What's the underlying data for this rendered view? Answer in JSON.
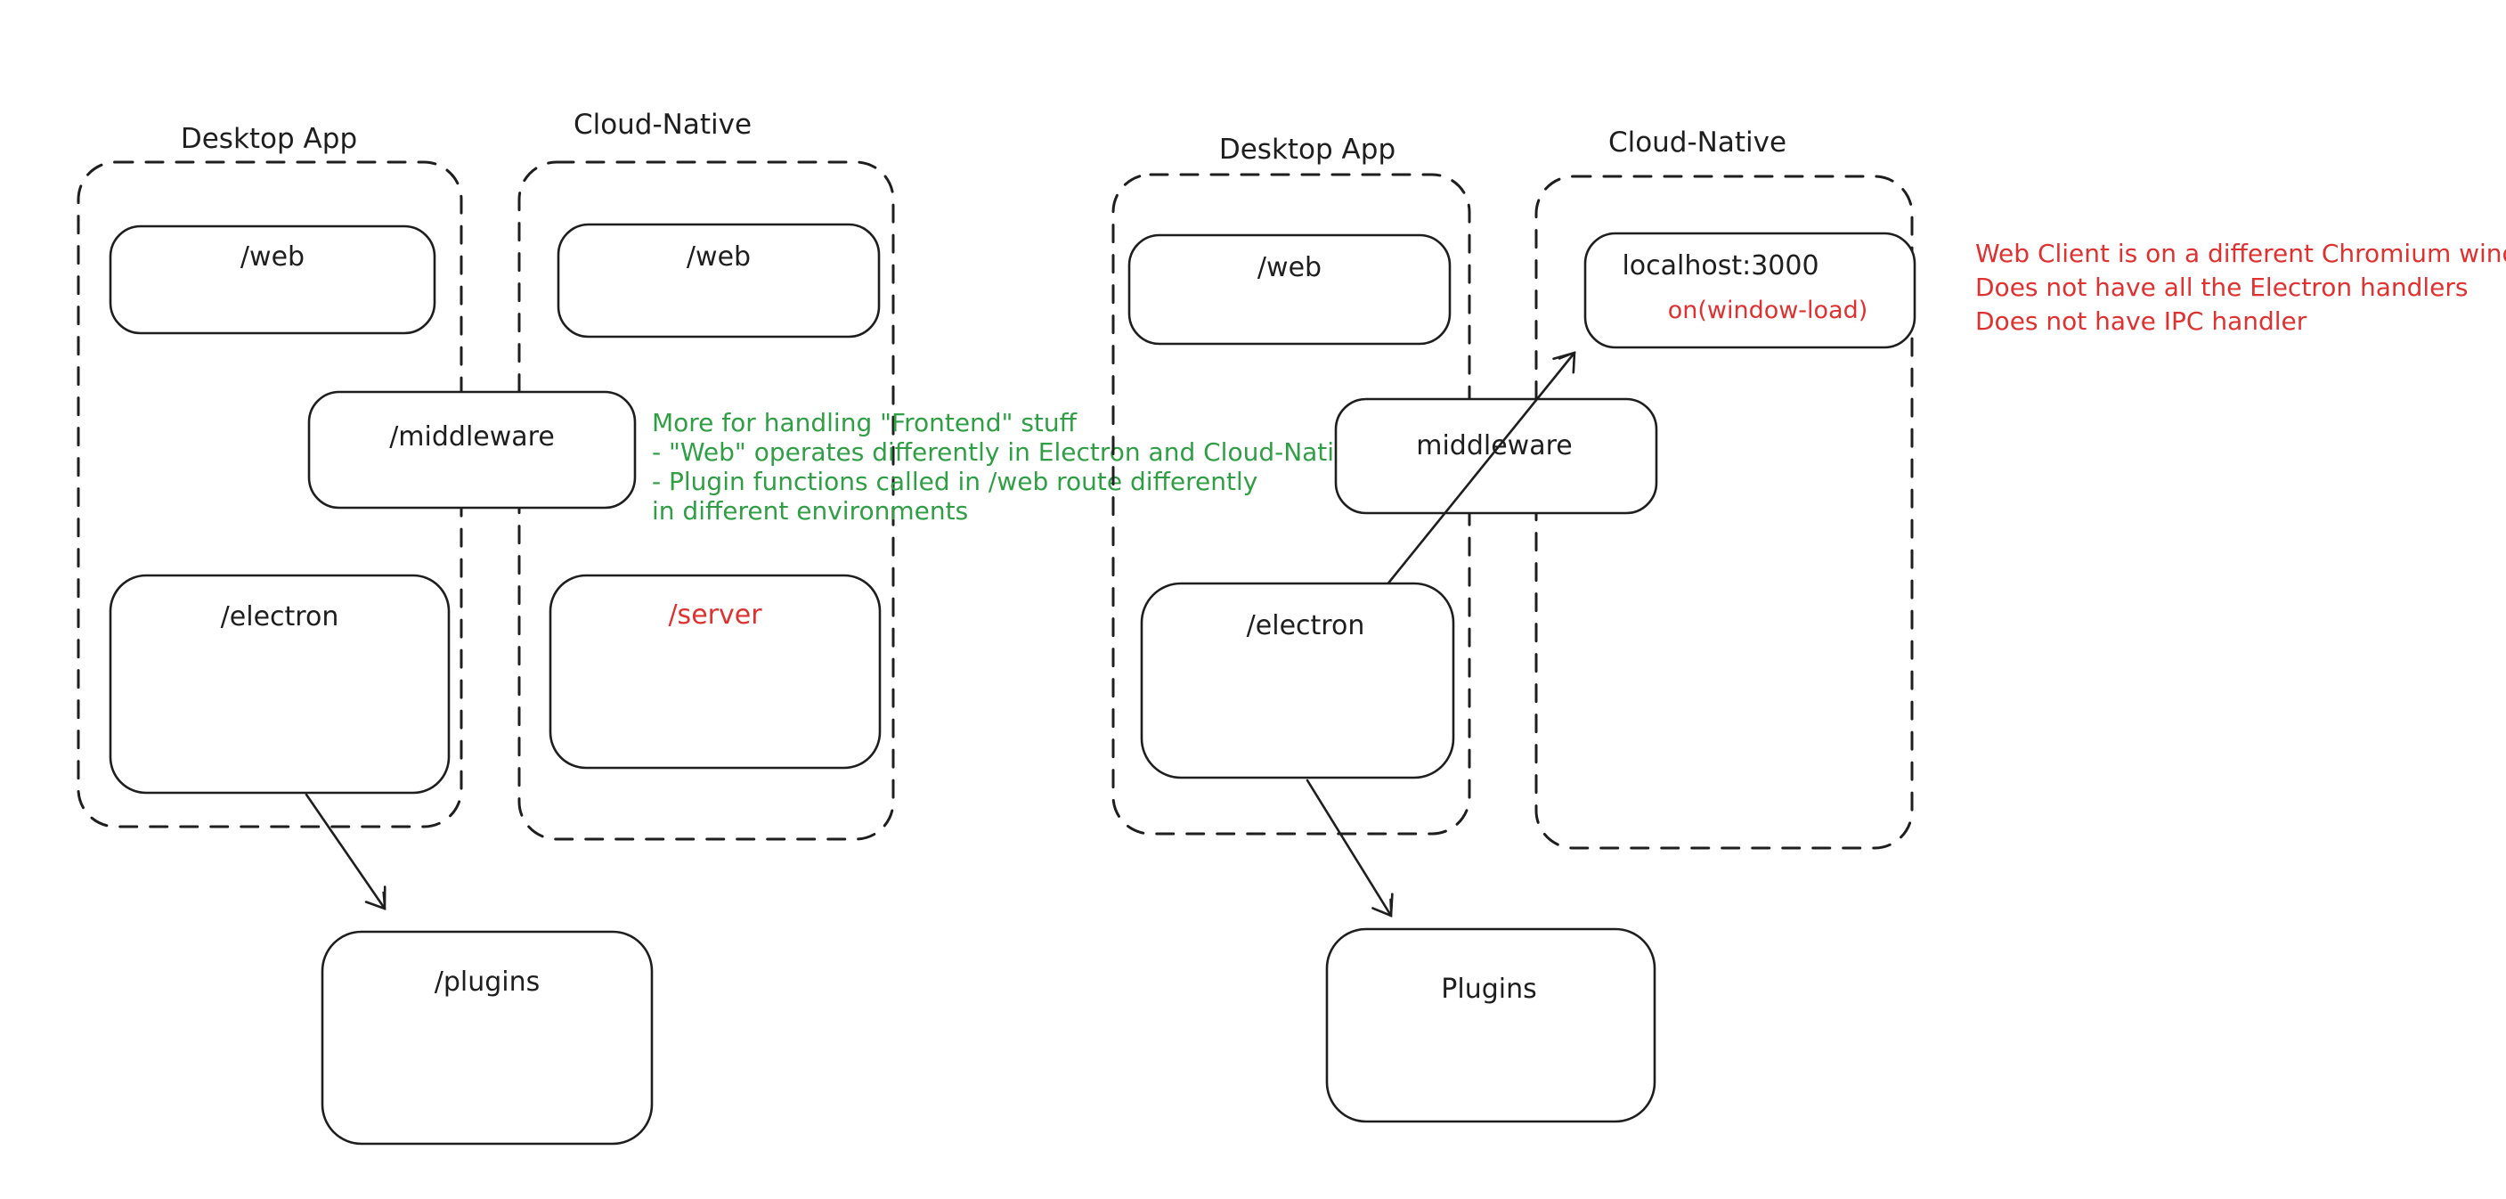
{
  "colors": {
    "ink": "#1e1e1e",
    "green_note": "#2f9e44",
    "red_note": "#e03131",
    "background": "#ffffff"
  },
  "left_diagram": {
    "desktop_container_label": "Desktop App",
    "cloud_container_label": "Cloud-Native",
    "desktop_web_box": "/web",
    "cloud_web_box": "/web",
    "middleware_box": "/middleware",
    "electron_box": "/electron",
    "server_box": "/server",
    "plugins_box": "/plugins",
    "note_lines": [
      "More for handling \"Frontend\" stuff",
      "- \"Web\" operates differently in Electron and Cloud-Native",
      "- Plugin functions called in /web route differently",
      "in different environments"
    ]
  },
  "right_diagram": {
    "desktop_container_label": "Desktop App",
    "cloud_container_label": "Cloud-Native",
    "desktop_web_box": "/web",
    "localhost_box": "localhost:3000",
    "localhost_sub_label": "on(window-load)",
    "middleware_box": "middleware",
    "electron_box": "/electron",
    "plugins_box": "Plugins",
    "note_lines": [
      "Web Client is on a different Chromium window",
      "Does not have all the Electron handlers",
      "Does not have IPC handler"
    ]
  }
}
